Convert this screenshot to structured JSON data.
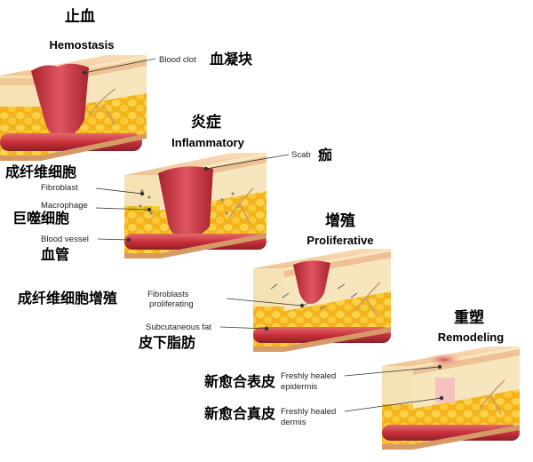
{
  "stages": [
    {
      "zh": "止血",
      "en": "Hemostasis"
    },
    {
      "zh": "炎症",
      "en": "Inflammatory"
    },
    {
      "zh": "增殖",
      "en": "Proliferative"
    },
    {
      "zh": "重塑",
      "en": "Remodeling"
    }
  ],
  "labels": {
    "blood_clot": "Blood clot",
    "blood_clot_zh": "血凝块",
    "scab": "Scab",
    "scab_zh": "痂",
    "fibroblast": "Fibroblast",
    "fibroblast_zh": "成纤维细胞",
    "macrophage": "Macrophage",
    "macrophage_zh": "巨噬细胞",
    "blood_vessel": "Blood vessel",
    "blood_vessel_zh": "血管",
    "fibroblasts_prolif_1": "Fibroblasts",
    "fibroblasts_prolif_2": "proliferating",
    "fibroblasts_prolif_zh": "成纤维细胞增殖",
    "subcutaneous_fat": "Subcutaneous fat",
    "subcutaneous_fat_zh": "皮下脂肪",
    "healed_epidermis_1": "Freshly healed",
    "healed_epidermis_2": "epidermis",
    "healed_epidermis_zh": "新愈合表皮",
    "healed_dermis_1": "Freshly healed",
    "healed_dermis_2": "dermis",
    "healed_dermis_zh": "新愈合真皮"
  },
  "colors": {
    "skin_top": "#f6d3a8",
    "skin_side": "#e9b987",
    "dermis": "#f4e2b5",
    "fat": "#f7c12a",
    "vessel": "#c8303a",
    "wound": "#cf3b47"
  }
}
